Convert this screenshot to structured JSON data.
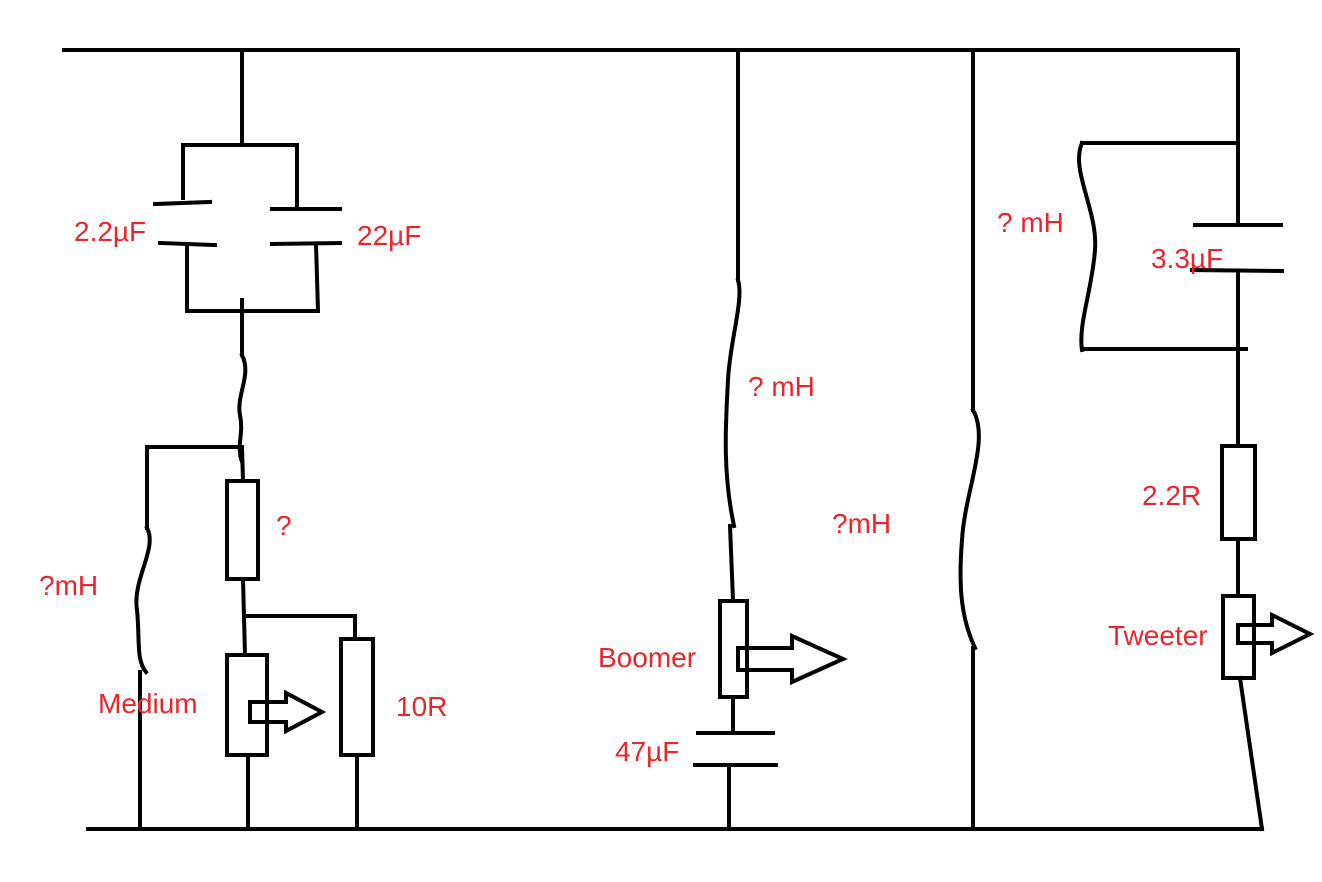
{
  "colors": {
    "wire": "#000000",
    "label": "#e8262c",
    "background": "#ffffff"
  },
  "labels": {
    "cap_2_2uF": "2.2µF",
    "cap_22uF": "22µF",
    "ind_medium_shunt": "?mH",
    "res_medium_series": "?",
    "speaker_medium": "Medium",
    "res_10R": "10R",
    "ind_boomer_series": "? mH",
    "ind_boomer_shunt": "?mH",
    "speaker_boomer": "Boomer",
    "cap_47uF": "47µF",
    "ind_tweeter_parallel": "? mH",
    "cap_3_3uF": "3.3µF",
    "res_2_2R": "2.2R",
    "speaker_tweeter": "Tweeter"
  }
}
